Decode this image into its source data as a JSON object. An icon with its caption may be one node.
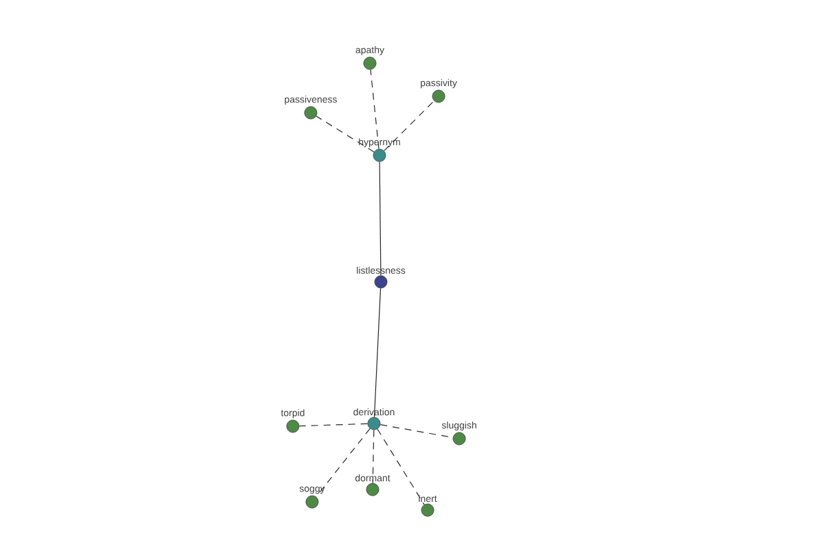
{
  "diagram": {
    "nodes": [
      {
        "text": [
          "apathy"
        ]
      },
      {
        "text": [
          "passiveness"
        ]
      },
      {
        "text": [
          "passivity"
        ]
      },
      {
        "text": [
          "hypernym"
        ]
      },
      {
        "text": [
          "listlessness"
        ]
      },
      {
        "text": [
          "derivation"
        ]
      },
      {
        "text": [
          "torpid"
        ]
      },
      {
        "text": [
          "sluggish"
        ]
      },
      {
        "text": [
          "soggy"
        ]
      },
      {
        "text": [
          "dormant"
        ]
      },
      {
        "text": [
          "inert"
        ]
      }
    ],
    "edges": [
      {
        "from": 3,
        "to": 0,
        "arrow": "none",
        "style": "dashed"
      },
      {
        "from": 3,
        "to": 1,
        "arrow": "none",
        "style": "dashed"
      },
      {
        "from": 3,
        "to": 2,
        "arrow": "none",
        "style": "dashed"
      },
      {
        "from": 4,
        "to": 3,
        "arrow": "none"
      },
      {
        "from": 4,
        "to": 5,
        "arrow": "none"
      },
      {
        "from": 5,
        "to": 6,
        "arrow": "none",
        "style": "dashed"
      },
      {
        "from": 5,
        "to": 7,
        "arrow": "none",
        "style": "dashed"
      },
      {
        "from": 5,
        "to": 8,
        "arrow": "none",
        "style": "dashed"
      },
      {
        "from": 5,
        "to": 9,
        "arrow": "none",
        "style": "dashed"
      },
      {
        "from": 5,
        "to": 10,
        "arrow": "none",
        "style": "dashed"
      }
    ]
  }
}
